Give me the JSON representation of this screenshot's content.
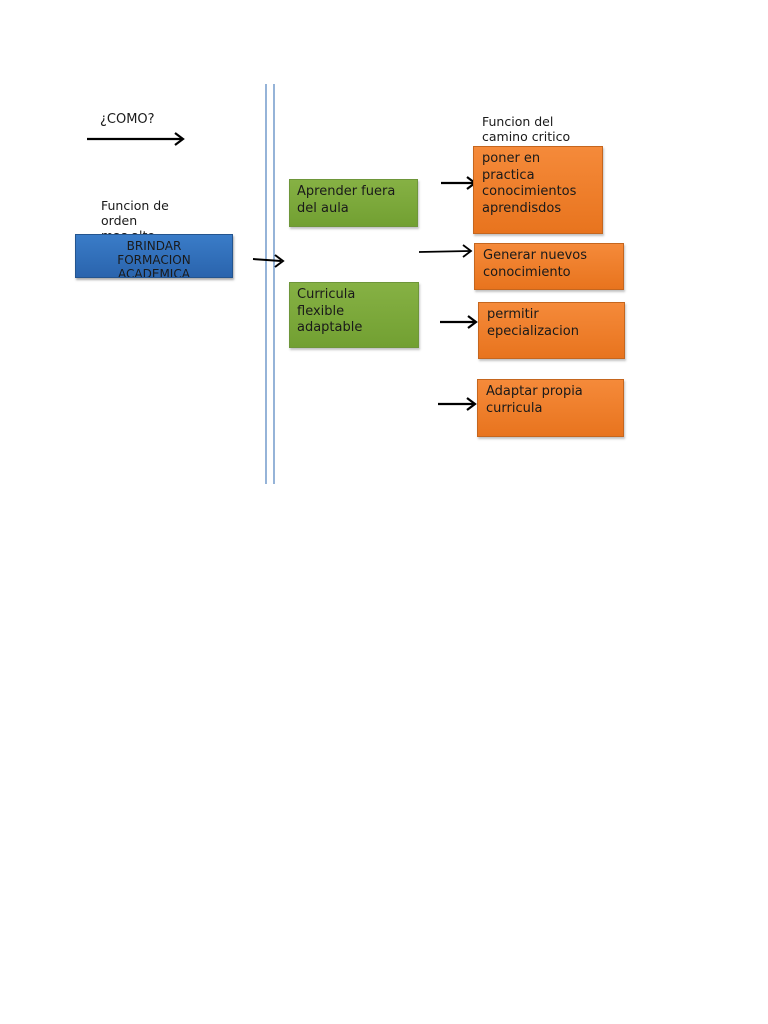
{
  "left": {
    "como_label": "¿COMO?",
    "higher_order_label": "Funcion de\norden\nmas alto",
    "main_function": "BRINDAR\nFORMACION\nACADEMICA"
  },
  "critical_path_label": "Funcion del\ncamino critico",
  "green_boxes": [
    "Aprender fuera\ndel aula",
    " Curricula\nflexible\nadaptable"
  ],
  "orange_boxes": [
    "poner en\npractica\nconocimientos\naprendisdos",
    "Generar nuevos\nconocimiento",
    "permitir\nepecializacion",
    "Adaptar propia\ncurricula"
  ],
  "colors": {
    "green": "#7ca83b",
    "orange": "#f07f2a",
    "blue": "#2f6fbc",
    "divider": "#4f81bd"
  }
}
